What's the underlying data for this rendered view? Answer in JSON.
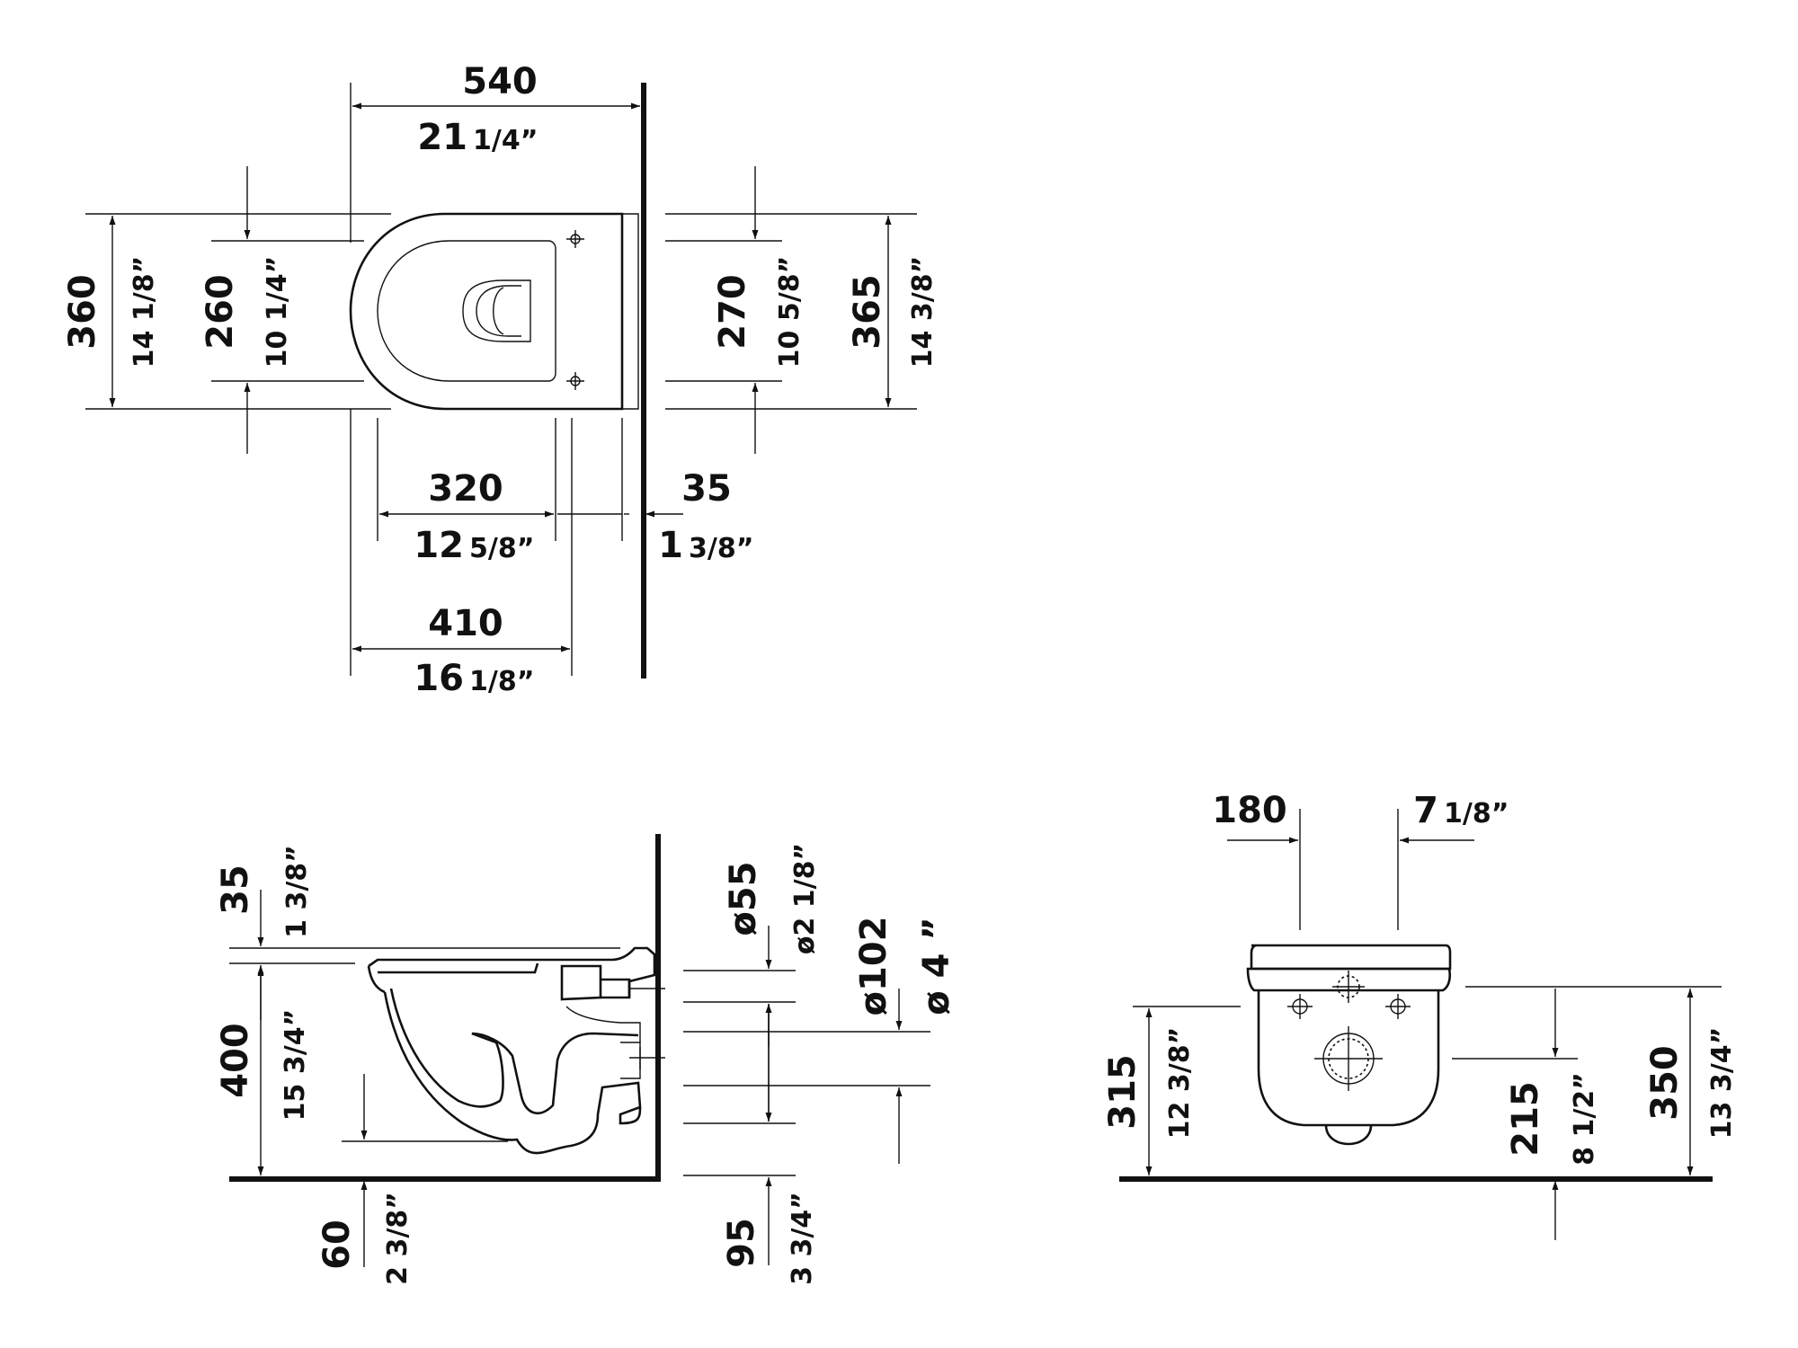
{
  "top_view": {
    "width_total": {
      "mm": "540",
      "in_whole": "21",
      "in_frac": "1/4”"
    },
    "front_width": {
      "mm": "320",
      "in_whole": "12",
      "in_frac": "5/8”"
    },
    "wall_gap": {
      "mm": "35",
      "in_whole": "1",
      "in_frac": "3/8”"
    },
    "bolt_offset": {
      "mm": "410",
      "in_whole": "16",
      "in_frac": "1/8”"
    },
    "width_left": {
      "mm": "360",
      "in": "14 1/8”"
    },
    "inner_left": {
      "mm": "260",
      "in": "10 1/4”"
    },
    "inner_right": {
      "mm": "270",
      "in": "10 5/8”"
    },
    "width_right": {
      "mm": "365",
      "in": "14 3/8”"
    }
  },
  "side_view": {
    "seat_thickness": {
      "mm": "35",
      "in": "1 3/8”"
    },
    "rim_height": {
      "mm": "400",
      "in": "15 3/4”"
    },
    "floor_gap": {
      "mm": "60",
      "in": "2 3/8”"
    },
    "inlet_diameter": {
      "mm": "ø55",
      "in": "ø2 1/8”"
    },
    "outlet_diameter": {
      "mm": "ø102",
      "in": "ø 4 ”"
    },
    "outlet_gap": {
      "mm": "95",
      "in": "3 3/4”"
    }
  },
  "rear_view": {
    "bolt_spacing": {
      "mm": "180",
      "in_whole": "7",
      "in_frac": "1/8”"
    },
    "bolt_height": {
      "mm": "315",
      "in": "12 3/8”"
    },
    "outlet_height": {
      "mm": "215",
      "in": "8 1/2”"
    },
    "inlet_height": {
      "mm": "350",
      "in": "13 3/4”"
    }
  }
}
